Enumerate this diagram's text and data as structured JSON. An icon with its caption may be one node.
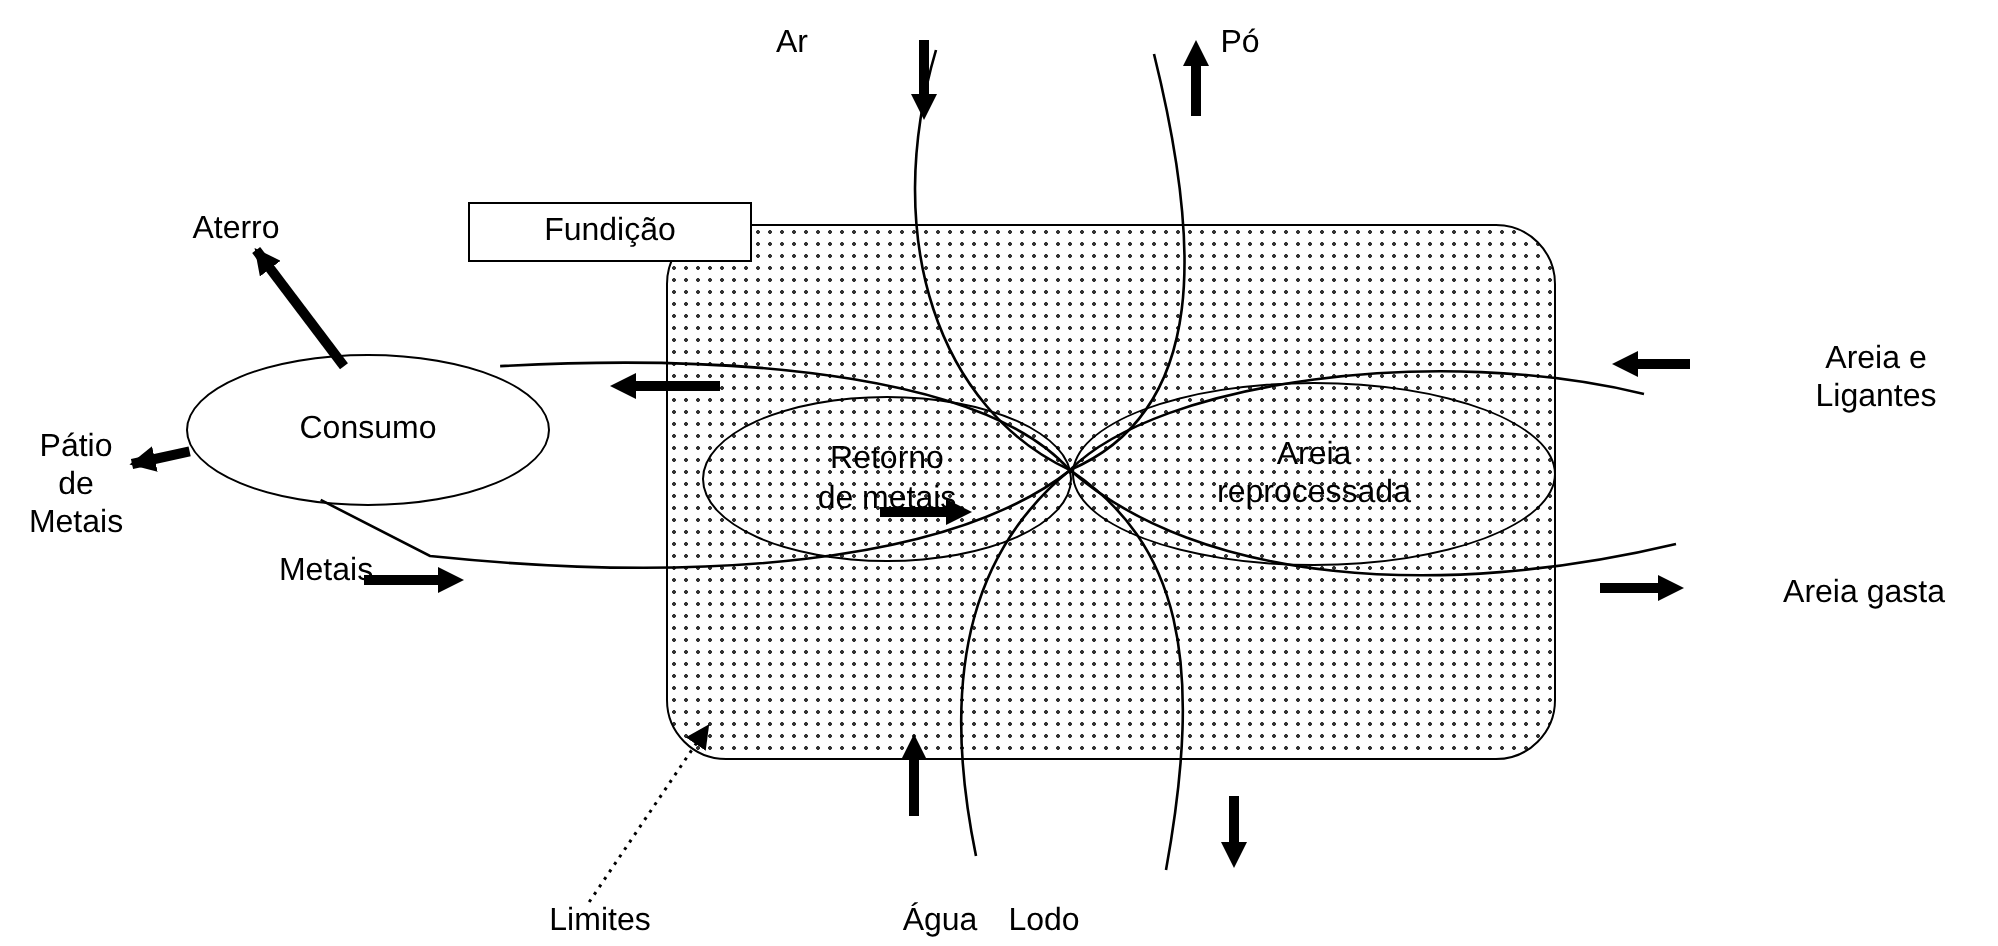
{
  "diagram": {
    "nodes": [
      {
        "text": [
          "Fundição"
        ]
      },
      {
        "text": [
          "Retorno de metais"
        ],
        "in": 0
      },
      {
        "text": [
          "Areia reprocessada"
        ],
        "in": 0
      },
      {
        "text": [
          "Consumo"
        ]
      },
      {
        "text": [
          "Aterro"
        ]
      },
      {
        "text": [
          "Pátio de Metais"
        ]
      },
      {
        "text": [
          "Limites"
        ]
      }
    ],
    "edges": [
      {
        "from": 3,
        "to": 4,
        "arrow": "to",
        "style": "thick"
      },
      {
        "from": 3,
        "to": 5,
        "arrow": "to",
        "style": "thick"
      },
      {
        "from": 3,
        "to": 1,
        "arrow": "none"
      },
      {
        "from": 3,
        "to": 1,
        "arrow": "none"
      },
      {
        "from": 6,
        "to": 0,
        "arrow": "to",
        "style": "dashed"
      }
    ],
    "labels": [
      "Ar",
      "Pó",
      "Areia e Ligantes",
      "Metais",
      "Areia gasta",
      "Água",
      "Lodo"
    ]
  }
}
